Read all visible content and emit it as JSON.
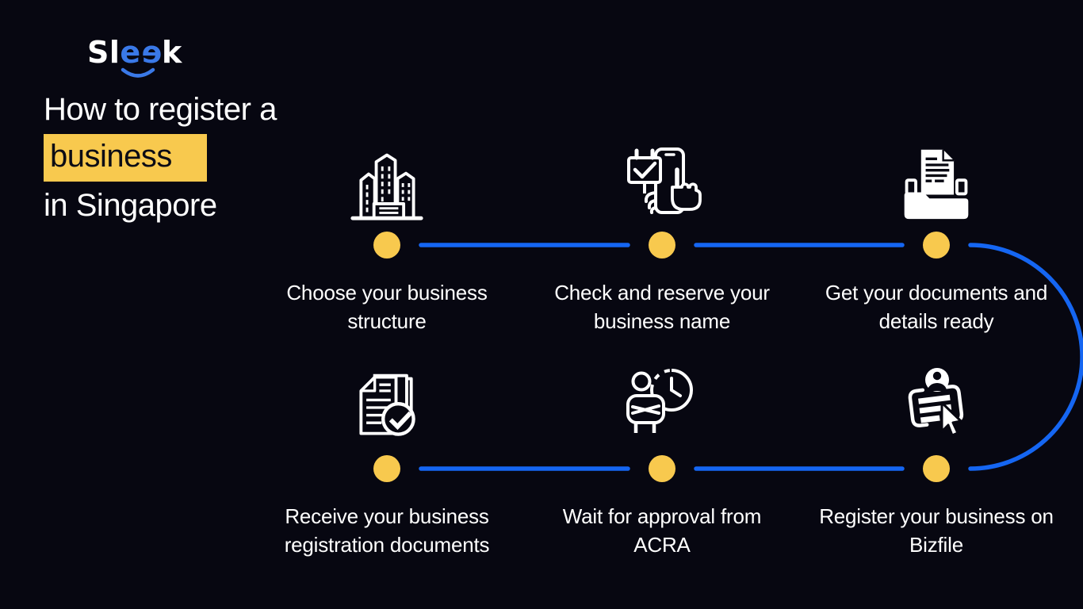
{
  "colors": {
    "background": "#070711",
    "flow_line_blue": "#1566F2",
    "logo_blue": "#3A79E8",
    "dot_yellow": "#F8C94E",
    "highlight_yellow": "#F8C94E",
    "text_white": "#FFFFFF",
    "highlight_text_dark": "#0C0C15"
  },
  "logo": {
    "part1": "Sl",
    "e1": "e",
    "e2": "e",
    "part2": "k",
    "smile_icon": "smile-arc-icon"
  },
  "title": {
    "line1": "How to register a",
    "highlight": "business",
    "line2": "in Singapore"
  },
  "steps": [
    {
      "position": "top-left",
      "icon": "office-buildings-icon",
      "label": "Choose your business\nstructure"
    },
    {
      "position": "top-center",
      "icon": "reserve-name-device-icon",
      "label": "Check and reserve your\nbusiness name"
    },
    {
      "position": "top-right",
      "icon": "documents-tray-icon",
      "label": "Get your documents and\ndetails ready"
    },
    {
      "position": "bottom-left",
      "icon": "approved-documents-icon",
      "label": "Receive your business\nregistration documents"
    },
    {
      "position": "bottom-center",
      "icon": "waiting-person-clock-icon",
      "label": "Wait for approval from\nACRA"
    },
    {
      "position": "bottom-right",
      "icon": "register-bizfile-cursor-icon",
      "label": "Register your business on\nBizfile"
    }
  ]
}
